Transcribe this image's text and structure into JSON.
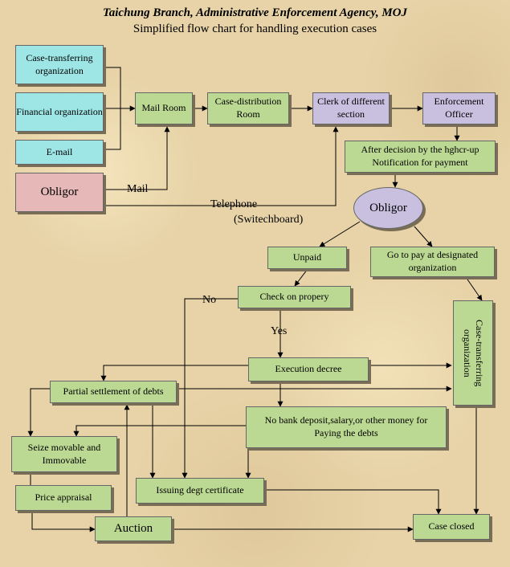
{
  "header": {
    "title": "Taichung Branch, Administrative Enforcement Agency, MOJ",
    "subtitle": "Simplified flow chart for handling execution cases"
  },
  "nodes": {
    "case_transferring_org": "Case-transferring organization",
    "financial_org": "Financial organization",
    "email": "E-mail",
    "obligor_left": "Obligor",
    "mail_room": "Mail Room",
    "case_distribution": "Case-distribution Room",
    "clerk": "Clerk of different section",
    "enforcement_officer": "Enforcement Officer",
    "after_decision": "After decision by the hghcr-up Notification for payment",
    "obligor_oval": "Obligor",
    "unpaid": "Unpaid",
    "go_to_pay": "Go to pay at designated organization",
    "check_property": "Check on propery",
    "case_transferring_right": "Case-transferring organization",
    "execution_decree": "Execution decree",
    "partial_settlement": "Partial settlement of debts",
    "no_bank_deposit": "No bank deposit,salary,or other money for Paying the debts",
    "seize": "Seize movable and Immovable",
    "price_appraisal": "Price appraisal",
    "issuing_certificate": "Issuing degt certificate",
    "auction": "Auction",
    "case_closed": "Case closed"
  },
  "labels": {
    "mail": "Mail",
    "telephone": "Telephone",
    "switchboard": "(Switechboard)",
    "no": "No",
    "yes": "Yes"
  },
  "colors": {
    "background": "#e7d3a7",
    "source_box": "#9ee6e6",
    "process_box": "#bcd993",
    "section_box": "#c9c0e0",
    "obligor_box": "#e6b8b8"
  }
}
